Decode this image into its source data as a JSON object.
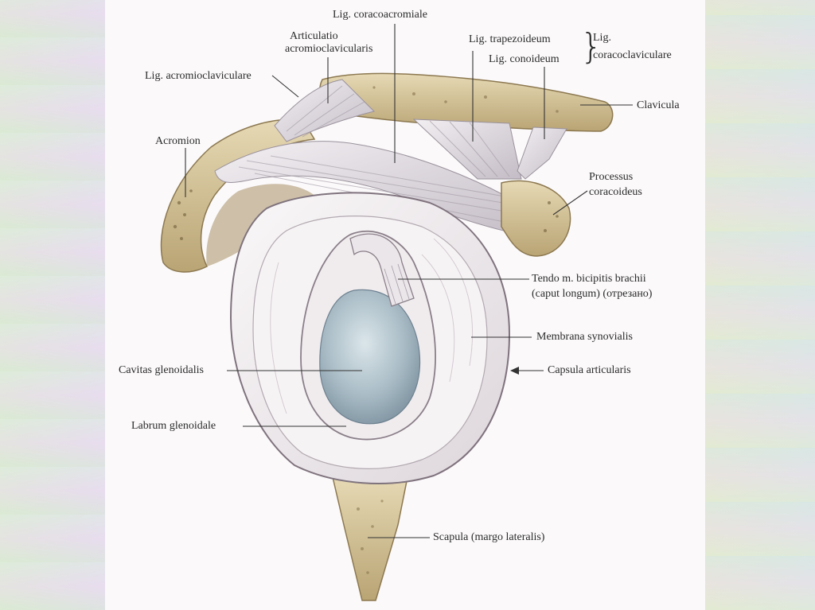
{
  "labels": {
    "lig_coracoacromiale": "Lig. coracoacromiale",
    "articulatio_line1": "Articulatio",
    "articulatio_line2": "acromioclavicularis",
    "lig_trapezoideum": "Lig. trapezoideum",
    "lig_conoideum": "Lig. conoideum",
    "lig_coracoclaviculare_line1": "Lig.",
    "lig_coracoclaviculare_line2": "coracoclaviculare",
    "lig_acromioclaviculare": "Lig. acromioclaviculare",
    "clavicula": "Clavicula",
    "acromion": "Acromion",
    "processus_line1": "Processus",
    "processus_line2": "coracoideus",
    "tendo_line1": "Tendo m. bicipitis brachii",
    "tendo_line2": "(caput longum) (отрезано)",
    "membrana_synovialis": "Membrana synovialis",
    "cavitas_glenoidalis": "Cavitas glenoidalis",
    "capsula_articularis": "Capsula articularis",
    "labrum_glenoidale": "Labrum glenoidale",
    "scapula": "Scapula (margo lateralis)"
  },
  "colors": {
    "bone": "#d8c9a0",
    "bone_dark": "#a89060",
    "ligament": "#e3dfe4",
    "ligament_shade": "#b9b2bd",
    "capsule": "#f1eef0",
    "capsule_edge": "#8a7f88",
    "cavity": "#a9bcc6",
    "cavity_light": "#d6e1e6",
    "leader": "#333333"
  }
}
